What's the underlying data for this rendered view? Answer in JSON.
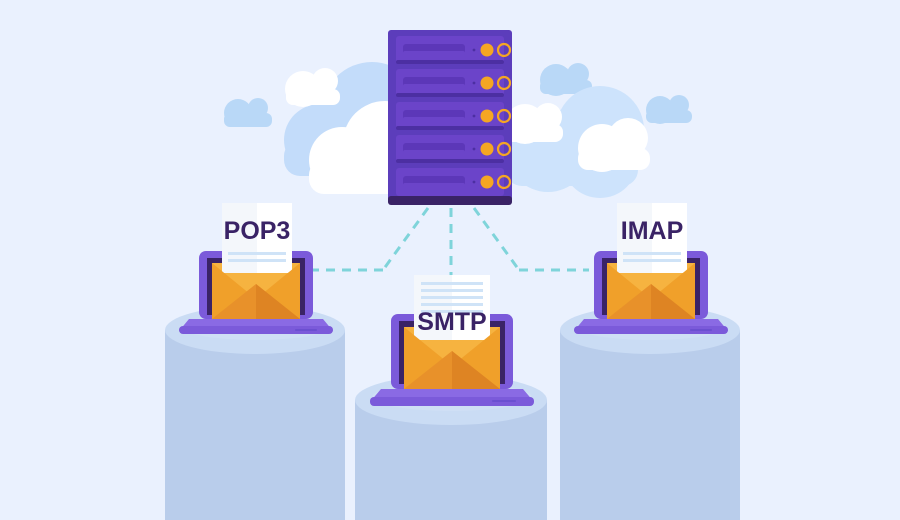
{
  "diagram": {
    "title": "Email protocols: POP3, SMTP, IMAP connecting to mail server",
    "background_color": "#eaf1fe"
  },
  "server": {
    "name": "mail-server-rack",
    "unit_count": 5,
    "rack_color": "#5c3dbb",
    "unit_color": "#6a43c8",
    "unit_color_dark": "#4a2f9e",
    "led_on_color": "#f5a623",
    "led_ring_color": "#f5a623",
    "frame_color": "#3a2366"
  },
  "clouds": [
    {
      "name": "cloud-left-small",
      "color": "#b9d8f7"
    },
    {
      "name": "cloud-left-mid",
      "color": "#c7e0fb"
    },
    {
      "name": "cloud-left-white-top",
      "color": "#ffffff"
    },
    {
      "name": "cloud-left-white-front",
      "color": "#ffffff"
    },
    {
      "name": "cloud-right-small",
      "color": "#b9d8f7"
    },
    {
      "name": "cloud-right-tiny",
      "color": "#b9d8f7"
    },
    {
      "name": "cloud-right-mid",
      "color": "#cfe4fc"
    },
    {
      "name": "cloud-right-white-left",
      "color": "#ffffff"
    },
    {
      "name": "cloud-right-white-front",
      "color": "#ffffff"
    }
  ],
  "connections": {
    "color": "#7fd4da",
    "dash": "9 7",
    "width": 3,
    "links": [
      {
        "name": "link-server-to-pop3",
        "from": "server",
        "to": "POP3"
      },
      {
        "name": "link-server-to-smtp",
        "from": "server",
        "to": "SMTP"
      },
      {
        "name": "link-server-to-imap",
        "from": "server",
        "to": "IMAP"
      }
    ]
  },
  "nodes": [
    {
      "id": "pop3",
      "label": "POP3",
      "position": "left",
      "pedestal_color": "#b9cdeb",
      "pedestal_top_color": "#cadcf4",
      "laptop_body_color": "#7b5ada",
      "laptop_frame_color": "#3a2366",
      "laptop_base_color": "#8a6ae4",
      "envelope_front_color": "#f0a02a",
      "envelope_flap_color": "#e8912a",
      "envelope_back_color": "#f6b340",
      "letter_color": "#ffffff",
      "letter_lines": 2,
      "letter_line_color": "#cfe3f7"
    },
    {
      "id": "smtp",
      "label": "SMTP",
      "position": "center",
      "pedestal_color": "#b9cdeb",
      "pedestal_top_color": "#cadcf4",
      "laptop_body_color": "#7b5ada",
      "laptop_frame_color": "#3a2366",
      "laptop_base_color": "#8a6ae4",
      "envelope_front_color": "#f0a02a",
      "envelope_flap_color": "#e8912a",
      "envelope_back_color": "#f6b340",
      "letter_color": "#ffffff",
      "letter_lines": 5,
      "letter_line_color": "#cfe3f7"
    },
    {
      "id": "imap",
      "label": "IMAP",
      "position": "right",
      "pedestal_color": "#b9cdeb",
      "pedestal_top_color": "#cadcf4",
      "laptop_body_color": "#7b5ada",
      "laptop_frame_color": "#3a2366",
      "laptop_base_color": "#8a6ae4",
      "envelope_front_color": "#f0a02a",
      "envelope_flap_color": "#e8912a",
      "envelope_back_color": "#f6b340",
      "letter_color": "#ffffff",
      "letter_lines": 2,
      "letter_line_color": "#cfe3f7"
    }
  ]
}
